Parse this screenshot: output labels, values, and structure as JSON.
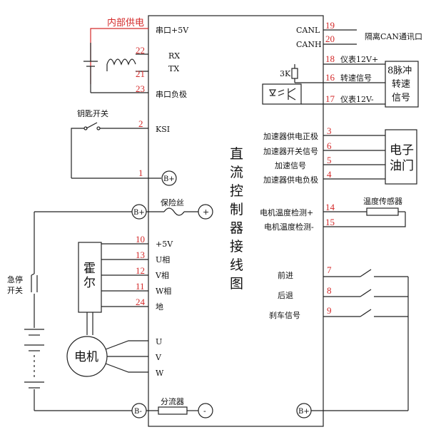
{
  "title_chars": [
    "直",
    "流",
    "控",
    "制",
    "器",
    "接",
    "线",
    "图"
  ],
  "left": {
    "internal_power": "内部供电",
    "serial_5v": "串口+5V",
    "rx": "RX",
    "tx": "TX",
    "serial_neg": "串口负极",
    "key_switch": "钥匙开关",
    "ksi": "KSI",
    "fuse": "保险丝",
    "plus_5v": "+5V",
    "u_phase": "U相",
    "v_phase": "V相",
    "w_phase": "W相",
    "ground": "地",
    "u": "U",
    "v": "V",
    "w": "W",
    "shunt": "分流器",
    "hall": [
      "霍",
      "尔"
    ],
    "motor": "电机",
    "estop": [
      "急停",
      "开关"
    ],
    "b_plus": "B+",
    "b_minus": "B-",
    "plus": "+",
    "minus": "-"
  },
  "pins_left": {
    "p22": "22",
    "p21": "21",
    "p23": "23",
    "p2": "2",
    "p1": "1",
    "p10": "10",
    "p13": "13",
    "p12": "12",
    "p11": "11",
    "p24": "24"
  },
  "right": {
    "canl": "CANL",
    "canh": "CANH",
    "can_port": "隔离CAN通讯口",
    "meter_12v_pos": "仪表12V+",
    "speed_signal": "转速信号",
    "meter_12v_neg": "仪表12V-",
    "resistor": "3K",
    "pulse_box": [
      "8脉冲",
      "转速",
      "信号"
    ],
    "acc_pos": "加速器供电正极",
    "acc_switch": "加速器开关信号",
    "acc_signal": "加速信号",
    "acc_neg": "加速器供电负极",
    "throttle_box": [
      "电子",
      "油门"
    ],
    "temp_sensor": "温度传感器",
    "motor_temp_pos": "电机温度检测+",
    "motor_temp_neg": "电机温度检测-",
    "forward": "前进",
    "backward": "后退",
    "brake": "刹车信号",
    "b_plus": "B+"
  },
  "pins_right": {
    "p19": "19",
    "p20": "20",
    "p18": "18",
    "p16": "16",
    "p17": "17",
    "p3": "3",
    "p6": "6",
    "p5": "5",
    "p4": "4",
    "p14": "14",
    "p15": "15",
    "p7": "7",
    "p8": "8",
    "p9": "9"
  }
}
